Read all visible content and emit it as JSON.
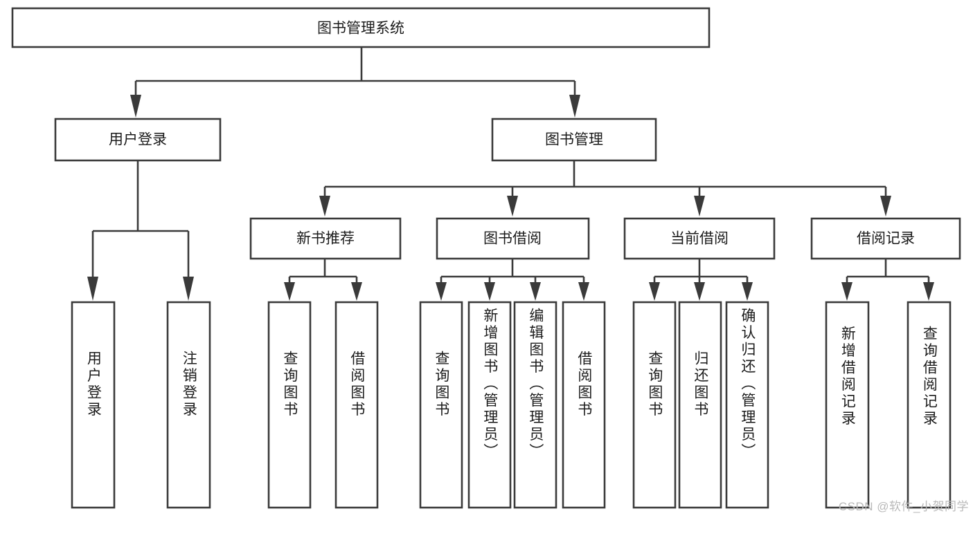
{
  "diagram": {
    "type": "tree-hierarchy",
    "title": "图书管理系统",
    "root": {
      "id": "root",
      "label": "图书管理系统"
    },
    "level1": [
      {
        "id": "user-login",
        "label": "用户登录"
      },
      {
        "id": "book-management",
        "label": "图书管理"
      }
    ],
    "level2": [
      {
        "id": "new-book-recommend",
        "label": "新书推荐",
        "parent": "book-management"
      },
      {
        "id": "book-borrow",
        "label": "图书借阅",
        "parent": "book-management"
      },
      {
        "id": "current-borrow",
        "label": "当前借阅",
        "parent": "book-management"
      },
      {
        "id": "borrow-record",
        "label": "借阅记录",
        "parent": "book-management"
      }
    ],
    "leaves": [
      {
        "id": "leaf-user-login",
        "label": "用户登录",
        "parent": "user-login"
      },
      {
        "id": "leaf-logout-login",
        "label": "注销登录",
        "parent": "user-login"
      },
      {
        "id": "leaf-query-book-1",
        "label": "查询图书",
        "parent": "new-book-recommend"
      },
      {
        "id": "leaf-borrow-book-1",
        "label": "借阅图书",
        "parent": "new-book-recommend"
      },
      {
        "id": "leaf-query-book-2",
        "label": "查询图书",
        "parent": "book-borrow"
      },
      {
        "id": "leaf-add-book-admin",
        "label": "新增图书（管理员）",
        "parent": "book-borrow"
      },
      {
        "id": "leaf-edit-book-admin",
        "label": "编辑图书（管理员）",
        "parent": "book-borrow"
      },
      {
        "id": "leaf-borrow-book-2",
        "label": "借阅图书",
        "parent": "book-borrow"
      },
      {
        "id": "leaf-query-book-3",
        "label": "查询图书",
        "parent": "current-borrow"
      },
      {
        "id": "leaf-return-book",
        "label": "归还图书",
        "parent": "current-borrow"
      },
      {
        "id": "leaf-confirm-return-admin",
        "label": "确认归还（管理员）",
        "parent": "current-borrow"
      },
      {
        "id": "leaf-add-borrow-record",
        "label": "新增借阅记录",
        "parent": "borrow-record"
      },
      {
        "id": "leaf-query-borrow-record",
        "label": "查询借阅记录",
        "parent": "borrow-record"
      }
    ],
    "colors": {
      "stroke": "#3a3a3a",
      "fill": "#ffffff",
      "text": "#1b1b1b",
      "watermark": "#b9b9b9"
    }
  },
  "watermark": {
    "text": "CSDN @软件_小贺同学"
  }
}
